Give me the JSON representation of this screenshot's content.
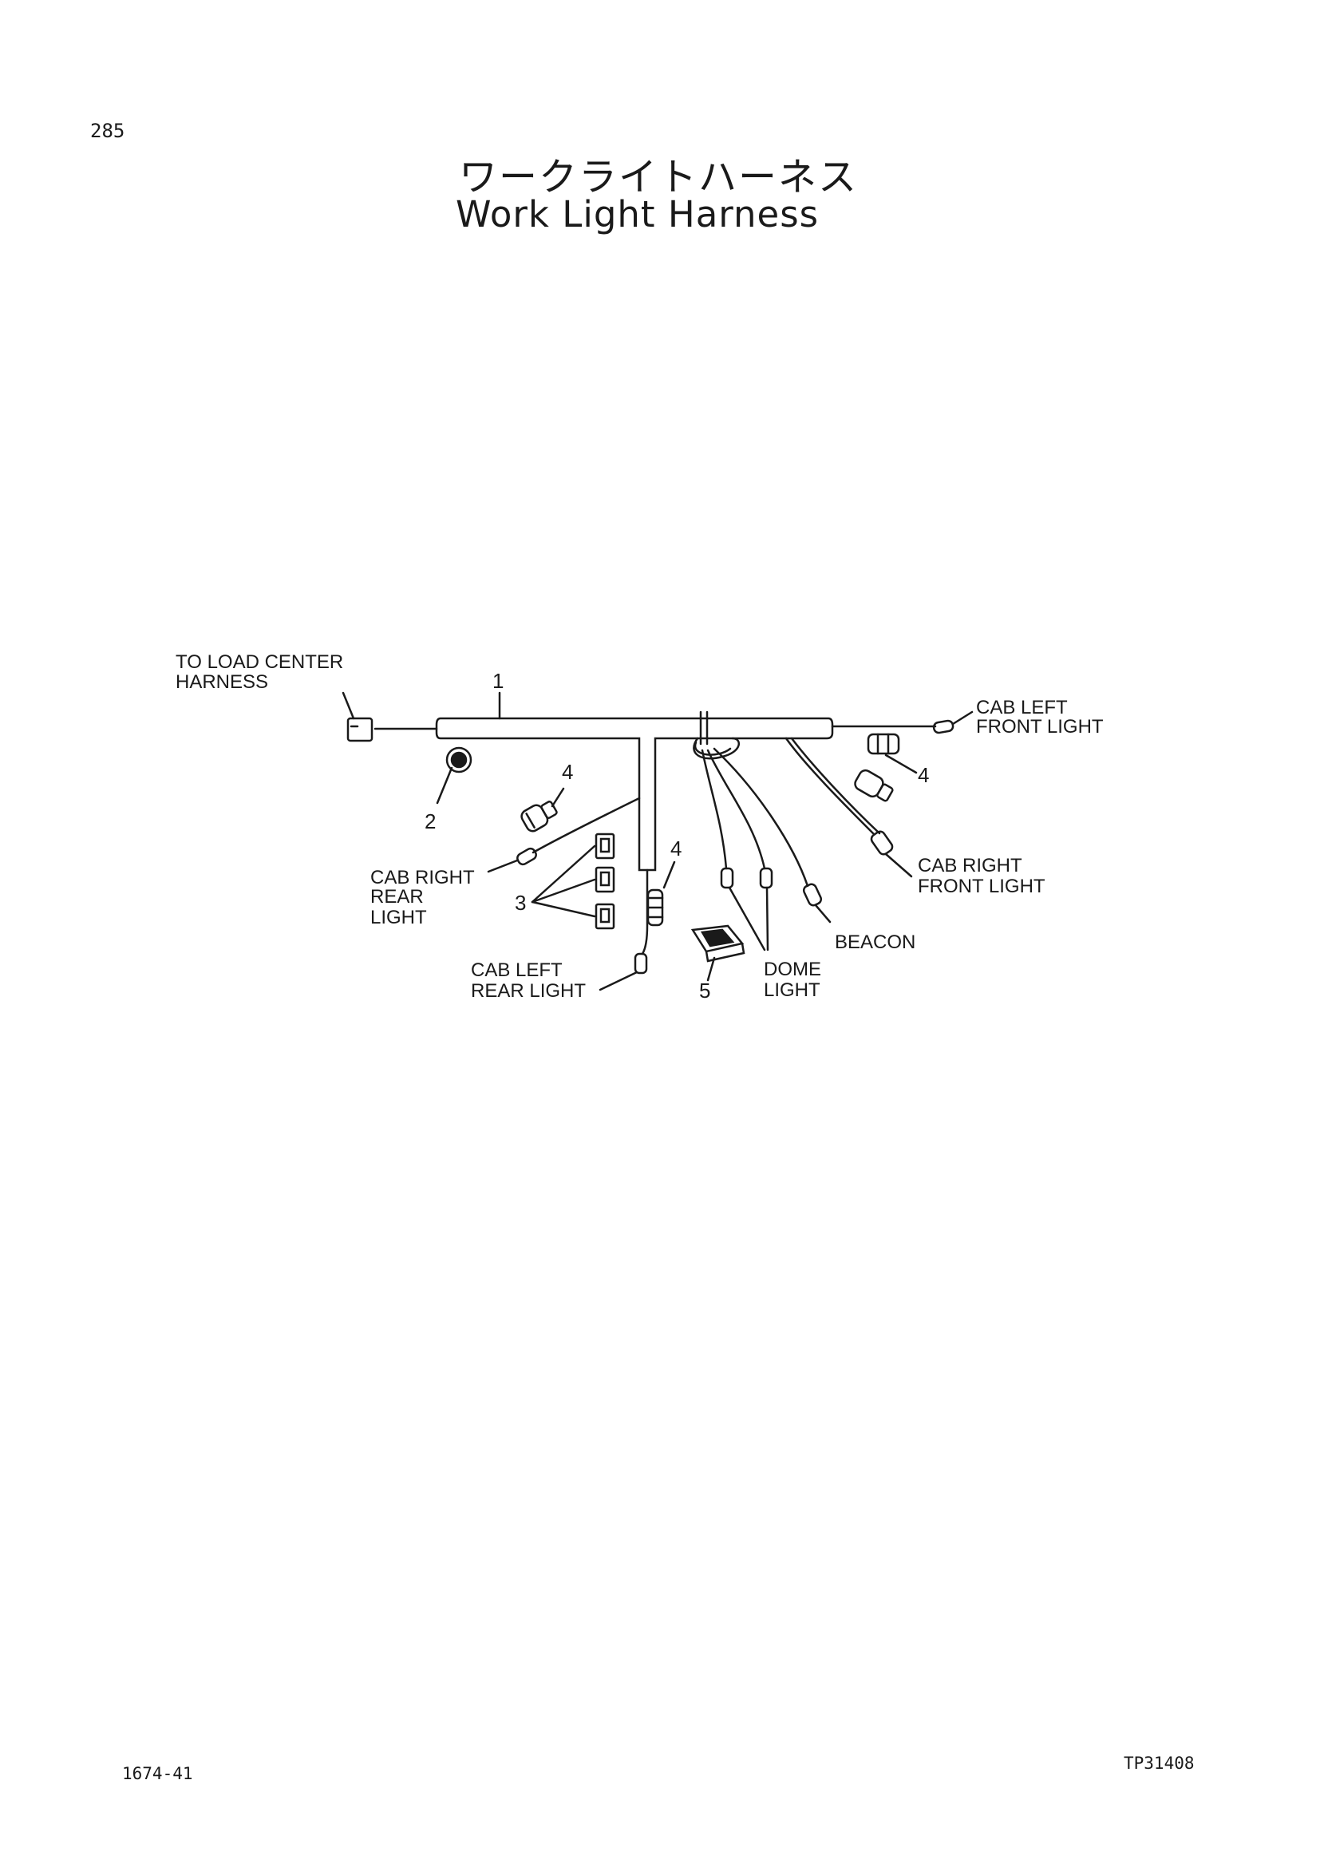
{
  "page_number": "285",
  "title_jp": "ワークライトハーネス",
  "title_en": "Work Light Harness",
  "footer": {
    "left": "1674-41",
    "right": "TP31408"
  },
  "labels": {
    "to_load_center_1": "TO LOAD CENTER",
    "to_load_center_2": "HARNESS",
    "cab_left_front_1": "CAB LEFT",
    "cab_left_front_2": "FRONT LIGHT",
    "cab_right_front_1": "CAB RIGHT",
    "cab_right_front_2": "FRONT LIGHT",
    "cab_right_rear_1": "CAB RIGHT",
    "cab_right_rear_2": "REAR",
    "cab_right_rear_3": "LIGHT",
    "cab_left_rear_1": "CAB LEFT",
    "cab_left_rear_2": "REAR LIGHT",
    "beacon": "BEACON",
    "dome_1": "DOME",
    "dome_2": "LIGHT"
  },
  "callouts": {
    "c1": "1",
    "c2": "2",
    "c3": "3",
    "c4a": "4",
    "c4b": "4",
    "c4c": "4",
    "c5": "5"
  }
}
